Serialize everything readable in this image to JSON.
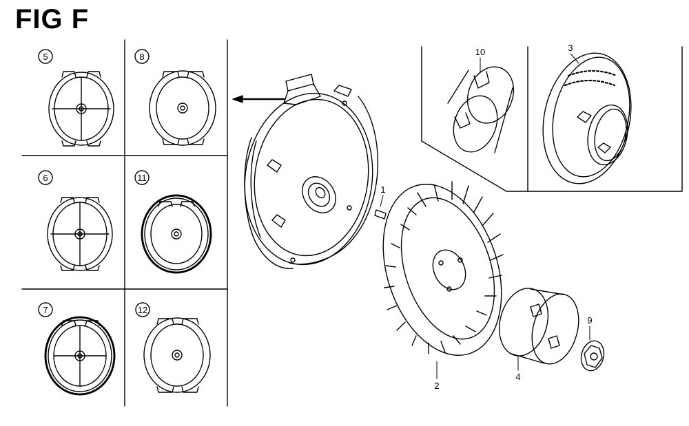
{
  "title": "FIG F",
  "callouts": {
    "p5": "5",
    "p8": "8",
    "p6": "6",
    "p11": "11",
    "p7": "7",
    "p12": "12",
    "p10": "10",
    "p3": "3",
    "p1": "1",
    "p2": "2",
    "p4": "4",
    "p9": "9"
  },
  "colors": {
    "line": "#000000",
    "background": "#ffffff"
  },
  "parts_shown": [
    "flywheel",
    "cooling-fan-impeller",
    "starter-cup",
    "flywheel-key",
    "flange-nut",
    "flywheel-variant-5",
    "flywheel-variant-6",
    "flywheel-variant-7",
    "flywheel-variant-8",
    "flywheel-variant-11",
    "flywheel-variant-12",
    "starter-pulley-10",
    "recoil-starter-pulley-3"
  ]
}
